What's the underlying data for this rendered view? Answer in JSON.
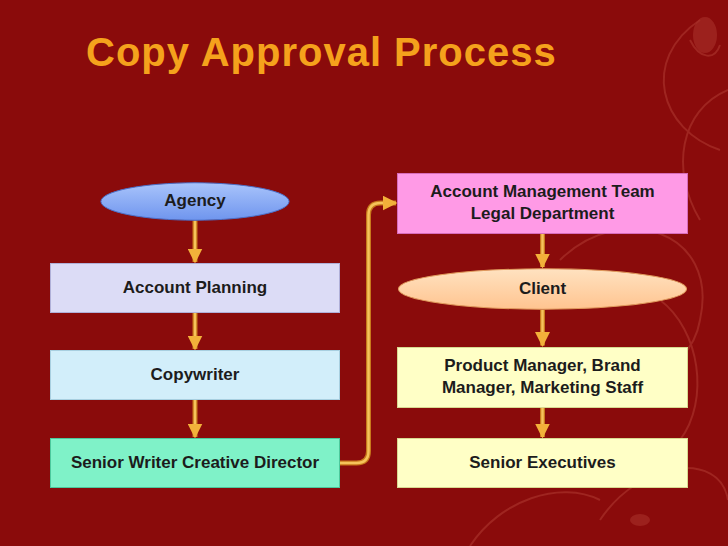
{
  "diagram": {
    "title": "Copy Approval Process",
    "nodes": [
      {
        "text": [
          "Agency"
        ]
      },
      {
        "text": [
          "Account Planning"
        ]
      },
      {
        "text": [
          "Copywriter"
        ]
      },
      {
        "text": [
          "Senior Writer Creative Director"
        ]
      },
      {
        "text": [
          "Account Management Team Legal Department"
        ]
      },
      {
        "text": [
          "Client"
        ]
      },
      {
        "text": [
          "Product Manager, Brand Manager, Marketing Staff"
        ]
      },
      {
        "text": [
          "Senior Executives"
        ]
      }
    ],
    "edges": [
      {
        "from": 0,
        "to": 1,
        "arrow": "to"
      },
      {
        "from": 1,
        "to": 2,
        "arrow": "to"
      },
      {
        "from": 2,
        "to": 3,
        "arrow": "to"
      },
      {
        "from": 3,
        "to": 4,
        "arrow": "to"
      },
      {
        "from": 4,
        "to": 5,
        "arrow": "to"
      },
      {
        "from": 5,
        "to": 6,
        "arrow": "to"
      },
      {
        "from": 6,
        "to": 7,
        "arrow": "to"
      }
    ]
  }
}
